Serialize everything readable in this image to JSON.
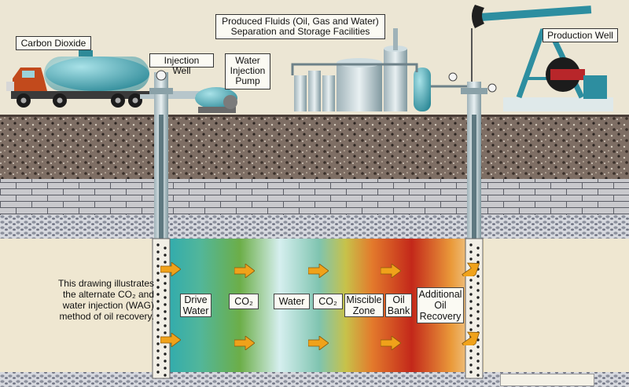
{
  "labels": {
    "carbon_dioxide": "Carbon Dioxide",
    "injection_well": "Injection Well",
    "water_injection_pump": [
      "Water",
      "Injection",
      "Pump"
    ],
    "facilities": [
      "Produced Fluids (Oil, Gas and Water)",
      "Separation and Storage Facilities"
    ],
    "production_well": "Production Well"
  },
  "zones": {
    "drive_water": [
      "Drive",
      "Water"
    ],
    "co2_a": "CO₂",
    "water": "Water",
    "co2_b": "CO₂",
    "miscible_zone": [
      "Miscible",
      "Zone"
    ],
    "oil_bank": [
      "Oil",
      "Bank"
    ],
    "additional_oil": [
      "Additional",
      "Oil",
      "Recovery"
    ]
  },
  "caption": [
    "This drawing illustrates",
    "the alternate CO₂ and",
    "water injection (WAG)",
    "method of oil recovery."
  ],
  "colors": {
    "flow_arrow": "#f0a21a",
    "drive_water_zone": "#1f9fb0",
    "co2_zone": "#6fb04a",
    "water_zone": "#bfe6ee",
    "miscible_zone": "#e36a2a",
    "oil_bank_zone": "#c12a14"
  }
}
